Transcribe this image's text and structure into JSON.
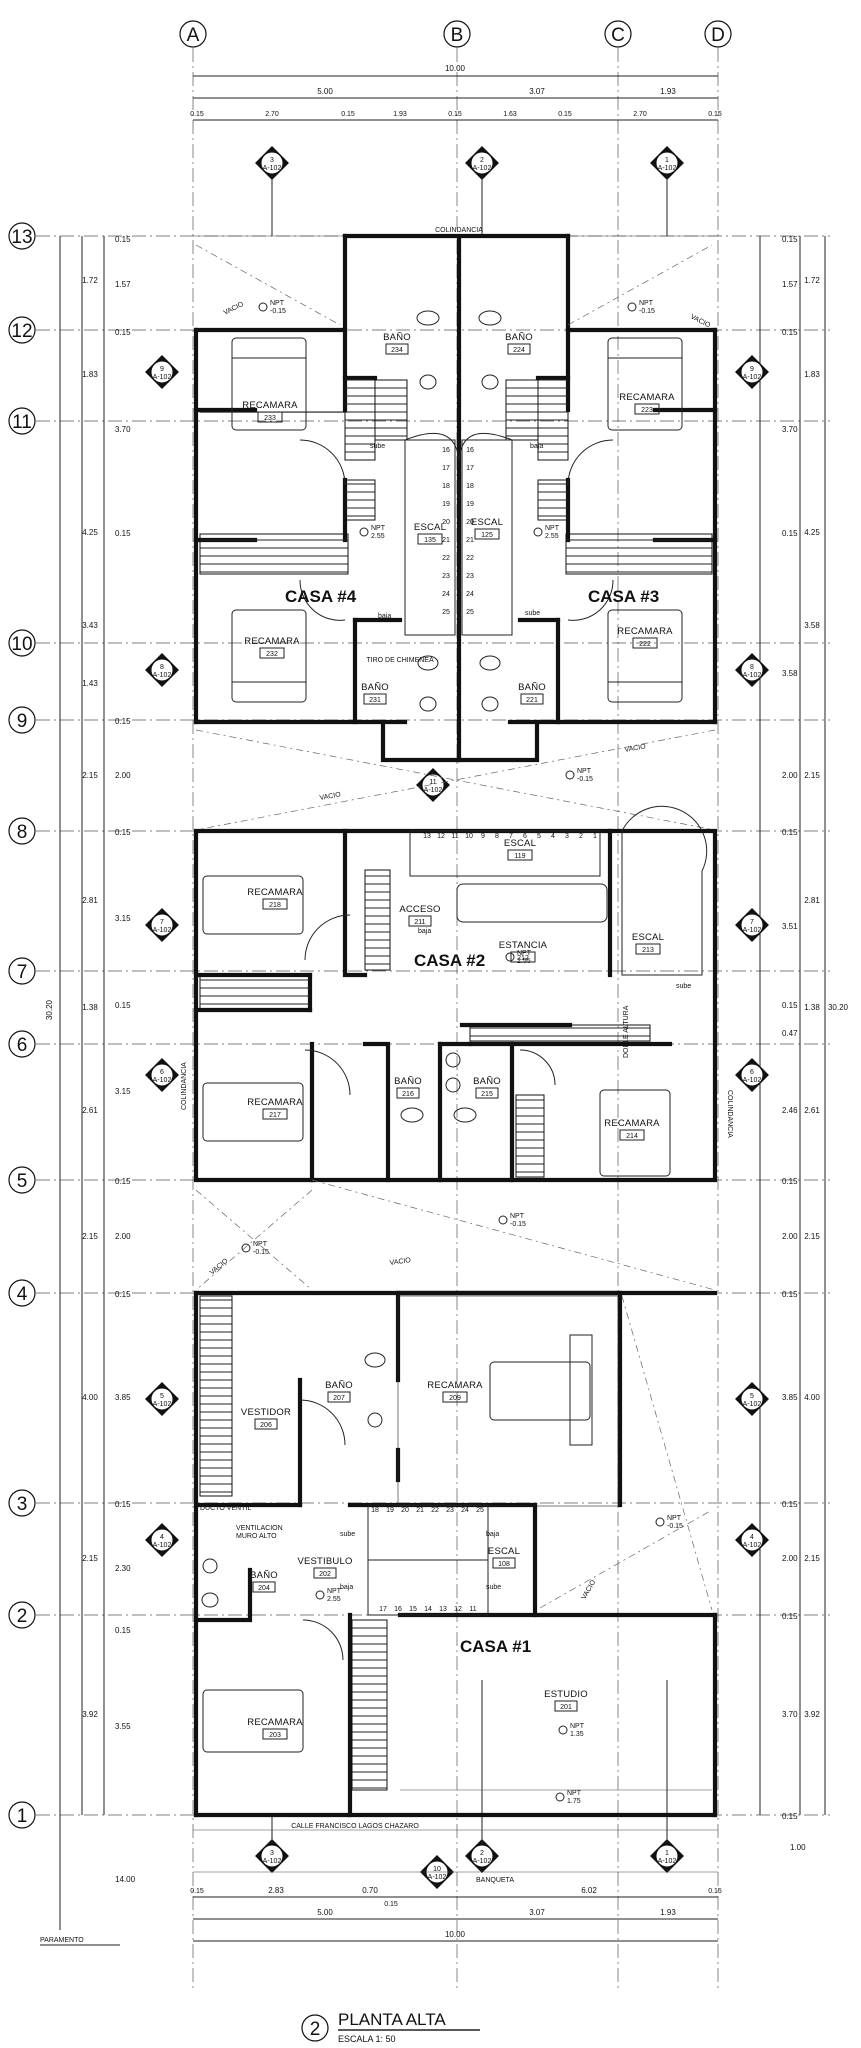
{
  "drawing": {
    "title": "PLANTA ALTA",
    "number": "2",
    "scale": "ESCALA 1:  50"
  },
  "grid": {
    "columns": [
      "A",
      "B",
      "C",
      "D"
    ],
    "rows": [
      "13",
      "12",
      "11",
      "10",
      "9",
      "8",
      "7",
      "6",
      "5",
      "4",
      "3",
      "2",
      "1"
    ]
  },
  "dimensions": {
    "top_total": "10.00",
    "top_segments": [
      "5.00",
      "3.07",
      "1.93"
    ],
    "top_details": [
      "0.15",
      "2.70",
      "0.15",
      "1.93",
      "0.15",
      "1.63",
      "0.15",
      "2.70",
      "0.15"
    ],
    "bottom_total": "10.00",
    "bottom_segments": [
      "5.00",
      "3.07",
      "1.93"
    ],
    "bottom_details": [
      "0.15",
      "2.83",
      "0.70",
      "0.15",
      "6.02",
      "0.15"
    ],
    "left_outer": [
      "1.72",
      "1.83",
      "4.25",
      "3.43",
      "1.43",
      "2.15",
      "2.81",
      "1.38",
      "2.61",
      "2.15",
      "4.00",
      "2.15",
      "3.92"
    ],
    "left_inner": [
      "0.15",
      "1.57",
      "0.15",
      "3.70",
      "0.15",
      "0.15",
      "2.00",
      "0.15",
      "3.15",
      "0.15",
      "3.15",
      "0.15",
      "2.00",
      "0.15",
      "3.85",
      "0.15",
      "2.30",
      "0.15",
      "3.55"
    ],
    "left_total": "30.20",
    "left_bottom": "14.00",
    "right_outer": [
      "1.72",
      "1.83",
      "4.25",
      "3.58",
      "2.15",
      "2.81",
      "1.38",
      "2.61",
      "2.15",
      "4.00",
      "2.15",
      "3.92"
    ],
    "right_inner": [
      "0.15",
      "1.57",
      "0.15",
      "3.70",
      "0.15",
      "3.58",
      "2.00",
      "0.15",
      "3.51",
      "0.15",
      "0.47",
      "2.46",
      "0.15",
      "2.00",
      "0.15",
      "3.85",
      "0.15",
      "2.00",
      "0.15",
      "3.70",
      "0.15"
    ],
    "right_total": "30.20",
    "right_bottom": "1.00"
  },
  "houses": [
    "CASA #4",
    "CASA #3",
    "CASA #2",
    "CASA #1"
  ],
  "rooms": {
    "r234": {
      "name": "BAÑO",
      "num": "234"
    },
    "r224": {
      "name": "BAÑO",
      "num": "224"
    },
    "r233": {
      "name": "RECAMARA",
      "num": "233"
    },
    "r223": {
      "name": "RECAMARA",
      "num": "223"
    },
    "r135": {
      "name": "ESCAL",
      "num": "135"
    },
    "r125": {
      "name": "ESCAL",
      "num": "125"
    },
    "r232": {
      "name": "RECAMARA",
      "num": "232"
    },
    "r222": {
      "name": "RECAMARA",
      "num": "222"
    },
    "r231": {
      "name": "BAÑO",
      "num": "231"
    },
    "r221": {
      "name": "BAÑO",
      "num": "221"
    },
    "tiro": {
      "name": "TIRO DE CHIMENEA"
    },
    "r218": {
      "name": "RECAMARA",
      "num": "218"
    },
    "r211": {
      "name": "ACCESO",
      "num": "211"
    },
    "r119": {
      "name": "ESCAL",
      "num": "119"
    },
    "r212": {
      "name": "ESTANCIA",
      "num": "212"
    },
    "r213": {
      "name": "ESCAL",
      "num": "213"
    },
    "r217": {
      "name": "RECAMARA",
      "num": "217"
    },
    "r216": {
      "name": "BAÑO",
      "num": "216"
    },
    "r215": {
      "name": "BAÑO",
      "num": "215"
    },
    "r214": {
      "name": "RECAMARA",
      "num": "214"
    },
    "doble": {
      "name": "DOBLE ALTURA"
    },
    "r207": {
      "name": "BAÑO",
      "num": "207"
    },
    "r209": {
      "name": "RECAMARA",
      "num": "209"
    },
    "r206": {
      "name": "VESTIDOR",
      "num": "206"
    },
    "r204": {
      "name": "BAÑO",
      "num": "204"
    },
    "r202": {
      "name": "VESTIBULO",
      "num": "202"
    },
    "r108": {
      "name": "ESCAL",
      "num": "108"
    },
    "r201": {
      "name": "ESTUDIO",
      "num": "201"
    },
    "r203": {
      "name": "RECAMARA",
      "num": "203"
    }
  },
  "labels": {
    "colindancia_top": "COLINDANCIA",
    "colindancia_side": "COLINDANCIA",
    "vacio": "VACIO",
    "ducto": "DUCTO VENTIL",
    "ventilacion": "VENTILACION",
    "muro_alto": "MURO ALTO",
    "calle": "CALLE FRANCISCO LAGOS CHAZARO",
    "banqueta": "BANQUETA",
    "paramento": "PARAMENTO",
    "sube": "sube",
    "baja": "baja",
    "npt": "NPT",
    "npt_m015": "-0.15",
    "npt_255": "2.55",
    "npt_135": "1.35",
    "npt_175": "1.75"
  },
  "section_markers": {
    "sheet": "A-102",
    "top": [
      "3",
      "2",
      "1"
    ],
    "bottom": [
      "3",
      "10",
      "2",
      "1"
    ],
    "left": [
      "9",
      "8",
      "7",
      "6",
      "5",
      "4"
    ],
    "right": [
      "9",
      "8",
      "7",
      "6",
      "5",
      "4"
    ],
    "center": "11"
  },
  "stair_numbers": {
    "casa4": [
      "16",
      "17",
      "18",
      "19",
      "20",
      "21",
      "22",
      "23",
      "24",
      "25"
    ],
    "casa3": [
      "16",
      "17",
      "18",
      "19",
      "20",
      "21",
      "22",
      "23",
      "24",
      "25"
    ],
    "casa2": [
      "13",
      "12",
      "11",
      "10",
      "9",
      "8",
      "7",
      "6",
      "5",
      "4",
      "3",
      "2",
      "1"
    ],
    "casa1_top": [
      "18",
      "19",
      "20",
      "21",
      "22",
      "23",
      "24",
      "25"
    ],
    "casa1_bot": [
      "17",
      "16",
      "15",
      "14",
      "13",
      "12",
      "11"
    ]
  }
}
